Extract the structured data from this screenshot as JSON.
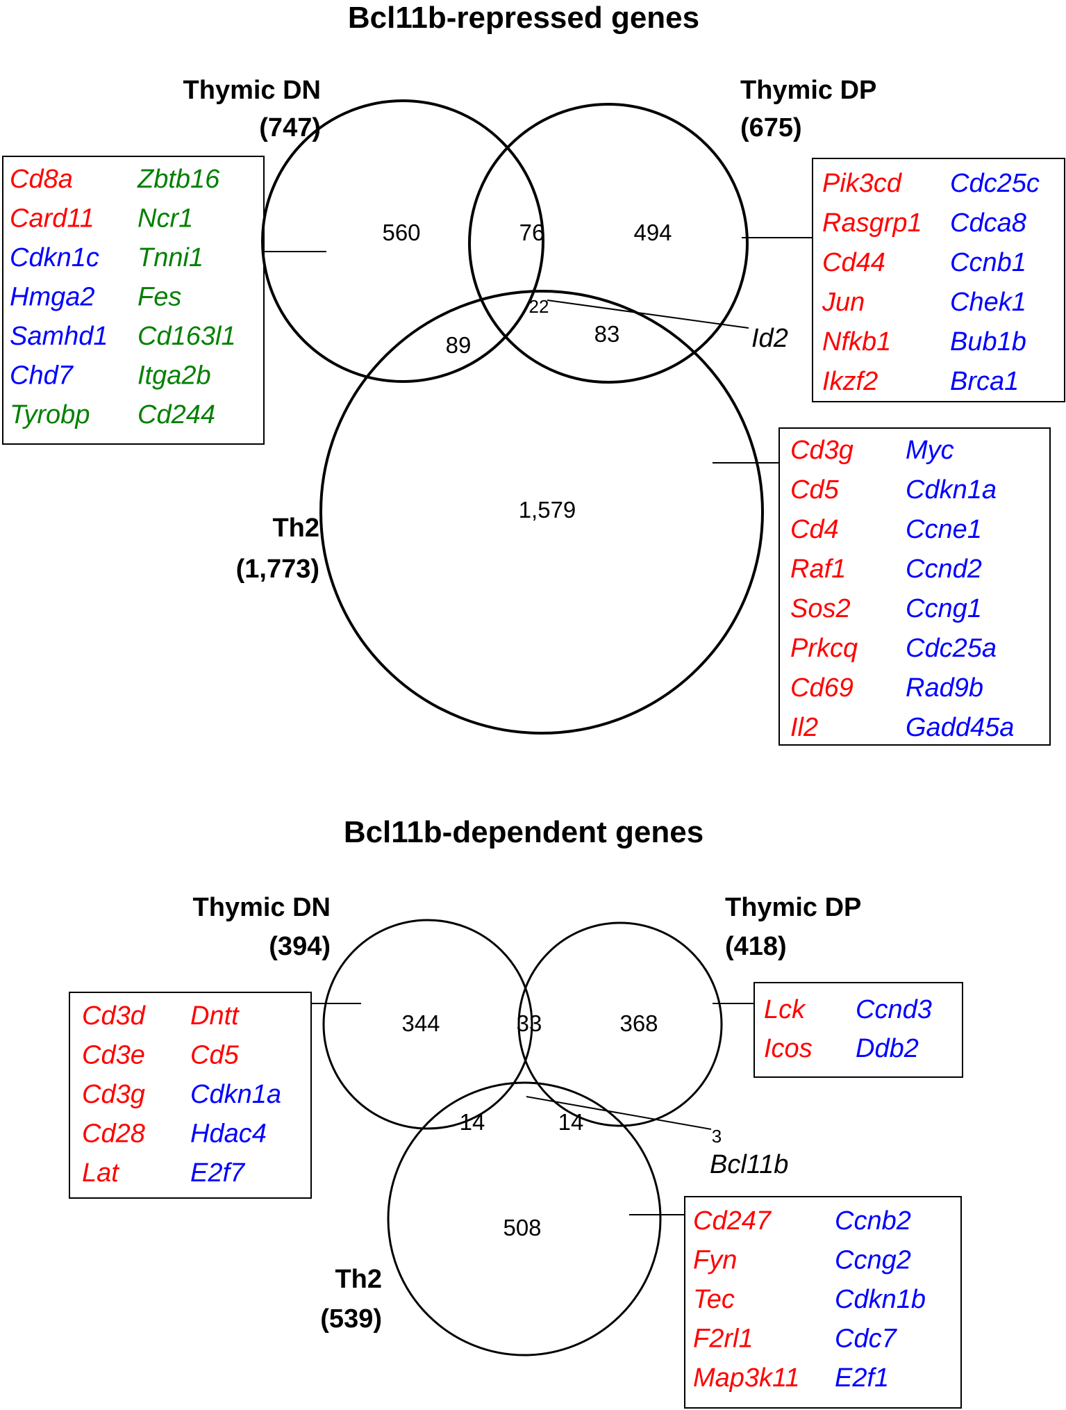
{
  "colors": {
    "red": "#ff0000",
    "blue": "#0000ff",
    "green": "#008000",
    "black": "#000000"
  },
  "repressed": {
    "title": "Bcl11b-repressed genes",
    "dn": {
      "name": "Thymic DN",
      "total": "(747)"
    },
    "dp": {
      "name": "Thymic DP",
      "total": "(675)"
    },
    "th2": {
      "name": "Th2",
      "total": "(1,773)"
    },
    "counts": {
      "dn_only": "560",
      "dn_dp": "76",
      "dp_only": "494",
      "all_three": "22",
      "dn_th2": "89",
      "dp_th2": "83",
      "th2_only": "1,579"
    },
    "callout": "Id2",
    "dn_genes": {
      "col1": [
        {
          "text": "Cd8a",
          "color": "red"
        },
        {
          "text": "Card11",
          "color": "red"
        },
        {
          "text": "Cdkn1c",
          "color": "blue"
        },
        {
          "text": "Hmga2",
          "color": "blue"
        },
        {
          "text": "Samhd1",
          "color": "blue"
        },
        {
          "text": "Chd7",
          "color": "blue"
        },
        {
          "text": "Tyrobp",
          "color": "green"
        }
      ],
      "col2": [
        {
          "text": "Zbtb16",
          "color": "green"
        },
        {
          "text": "Ncr1",
          "color": "green"
        },
        {
          "text": "Tnni1",
          "color": "green"
        },
        {
          "text": "Fes",
          "color": "green"
        },
        {
          "text": "Cd163l1",
          "color": "green"
        },
        {
          "text": "Itga2b",
          "color": "green"
        },
        {
          "text": "Cd244",
          "color": "green"
        }
      ]
    },
    "dp_genes": {
      "col1": [
        {
          "text": "Pik3cd",
          "color": "red"
        },
        {
          "text": "Rasgrp1",
          "color": "red"
        },
        {
          "text": "Cd44",
          "color": "red"
        },
        {
          "text": "Jun",
          "color": "red"
        },
        {
          "text": "Nfkb1",
          "color": "red"
        },
        {
          "text": "Ikzf2",
          "color": "red"
        }
      ],
      "col2": [
        {
          "text": "Cdc25c",
          "color": "blue"
        },
        {
          "text": "Cdca8",
          "color": "blue"
        },
        {
          "text": "Ccnb1",
          "color": "blue"
        },
        {
          "text": "Chek1",
          "color": "blue"
        },
        {
          "text": "Bub1b",
          "color": "blue"
        },
        {
          "text": "Brca1",
          "color": "blue"
        }
      ]
    },
    "th2_genes": {
      "col1": [
        {
          "text": "Cd3g",
          "color": "red"
        },
        {
          "text": "Cd5",
          "color": "red"
        },
        {
          "text": "Cd4",
          "color": "red"
        },
        {
          "text": "Raf1",
          "color": "red"
        },
        {
          "text": "Sos2",
          "color": "red"
        },
        {
          "text": "Prkcq",
          "color": "red"
        },
        {
          "text": "Cd69",
          "color": "red"
        },
        {
          "text": "Il2",
          "color": "red"
        }
      ],
      "col2": [
        {
          "text": "Myc",
          "color": "blue"
        },
        {
          "text": "Cdkn1a",
          "color": "blue"
        },
        {
          "text": "Ccne1",
          "color": "blue"
        },
        {
          "text": "Ccnd2",
          "color": "blue"
        },
        {
          "text": "Ccng1",
          "color": "blue"
        },
        {
          "text": "Cdc25a",
          "color": "blue"
        },
        {
          "text": "Rad9b",
          "color": "blue"
        },
        {
          "text": "Gadd45a",
          "color": "blue"
        }
      ]
    }
  },
  "dependent": {
    "title": "Bcl11b-dependent genes",
    "dn": {
      "name": "Thymic DN",
      "total": "(394)"
    },
    "dp": {
      "name": "Thymic DP",
      "total": "(418)"
    },
    "th2": {
      "name": "Th2",
      "total": "(539)"
    },
    "counts": {
      "dn_only": "344",
      "dn_dp": "33",
      "dp_only": "368",
      "all_three": "3",
      "dn_th2": "14",
      "dp_th2": "14",
      "th2_only": "508"
    },
    "callout": "Bcl11b",
    "dn_genes": {
      "col1": [
        {
          "text": "Cd3d",
          "color": "red"
        },
        {
          "text": "Cd3e",
          "color": "red"
        },
        {
          "text": "Cd3g",
          "color": "red"
        },
        {
          "text": "Cd28",
          "color": "red"
        },
        {
          "text": "Lat",
          "color": "red"
        }
      ],
      "col2": [
        {
          "text": "Dntt",
          "color": "red"
        },
        {
          "text": "Cd5",
          "color": "red"
        },
        {
          "text": "Cdkn1a",
          "color": "blue"
        },
        {
          "text": "Hdac4",
          "color": "blue"
        },
        {
          "text": "E2f7",
          "color": "blue"
        }
      ]
    },
    "dp_genes": {
      "col1": [
        {
          "text": "Lck",
          "color": "red"
        },
        {
          "text": "Icos",
          "color": "red"
        }
      ],
      "col2": [
        {
          "text": "Ccnd3",
          "color": "blue"
        },
        {
          "text": "Ddb2",
          "color": "blue"
        }
      ]
    },
    "th2_genes": {
      "col1": [
        {
          "text": "Cd247",
          "color": "red"
        },
        {
          "text": "Fyn",
          "color": "red"
        },
        {
          "text": "Tec",
          "color": "red"
        },
        {
          "text": "F2rl1",
          "color": "red"
        },
        {
          "text": "Map3k11",
          "color": "red"
        }
      ],
      "col2": [
        {
          "text": "Ccnb2",
          "color": "blue"
        },
        {
          "text": "Ccng2",
          "color": "blue"
        },
        {
          "text": "Cdkn1b",
          "color": "blue"
        },
        {
          "text": "Cdc7",
          "color": "blue"
        },
        {
          "text": "E2f1",
          "color": "blue"
        }
      ]
    }
  }
}
